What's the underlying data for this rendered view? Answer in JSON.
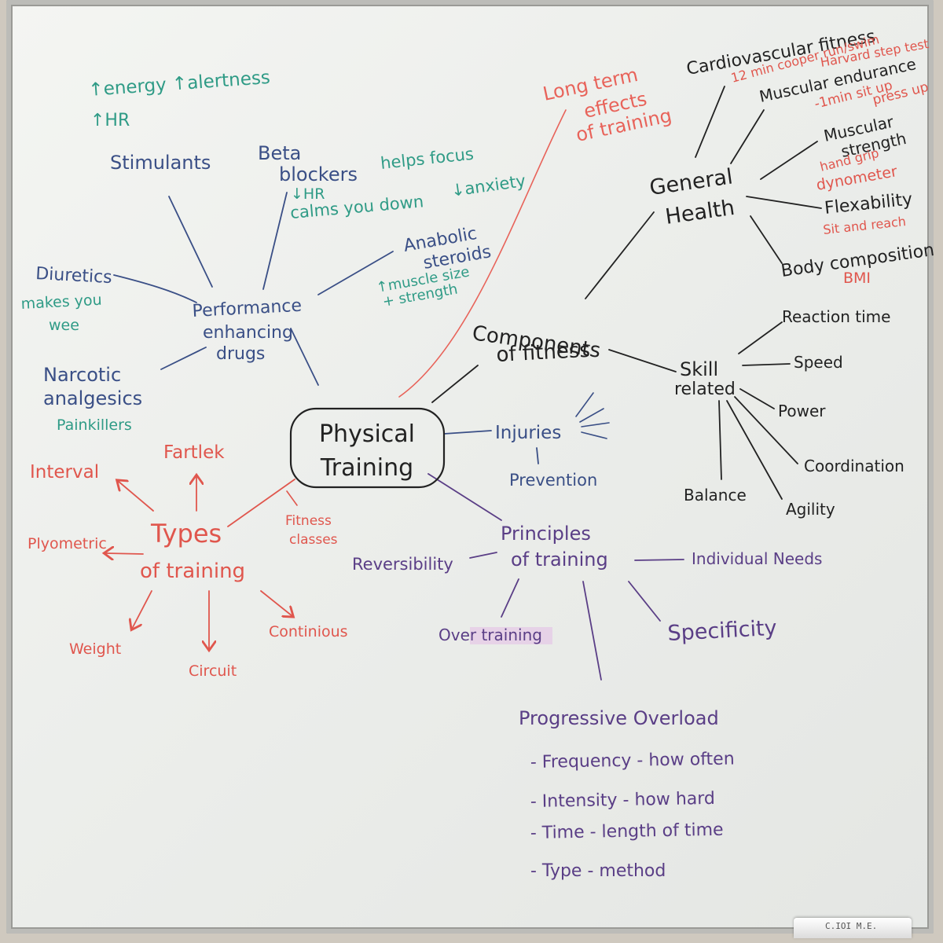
{
  "colors": {
    "black": "#222222",
    "blue": "#3a4f86",
    "teal": "#2f9b86",
    "red": "#e0564d",
    "purple": "#5a3e86"
  },
  "eraser": {
    "label": "C.IOI M.E."
  },
  "center": {
    "label_1": "Physical",
    "label_2": "Training"
  },
  "branches": {
    "long_term": {
      "line1": "Long term",
      "line2": "effects",
      "line3": "of training"
    },
    "drugs": {
      "label_1": "Performance",
      "label_2": "enhancing",
      "label_3": "drugs",
      "stimulants": {
        "label": "Stimulants",
        "note_1": "↑energy ↑alertness",
        "note_2": "↑HR"
      },
      "beta_blockers": {
        "label_1": "Beta",
        "label_2": "blockers",
        "note_1": "↓HR",
        "note_2": "calms you down",
        "note_3": "helps focus",
        "note_4": "↓anxiety"
      },
      "anabolic": {
        "label_1": "Anabolic",
        "label_2": "steroids",
        "note_1": "↑muscle size",
        "note_2": "+ strength"
      },
      "diuretics": {
        "label": "Diuretics",
        "note_1": "makes you",
        "note_2": "wee"
      },
      "narcotic": {
        "label_1": "Narcotic",
        "label_2": "analgesics",
        "note": "Painkillers"
      }
    },
    "types": {
      "label_1": "Types",
      "label_2": "of training",
      "interval": "Interval",
      "fartlek": "Fartlek",
      "plyometric": "Plyometric",
      "fitness_classes_1": "Fitness",
      "fitness_classes_2": "classes",
      "weight": "Weight",
      "circuit": "Circuit",
      "continuous": "Continious"
    },
    "components": {
      "label_1": "Components",
      "label_2": "of fitness",
      "general_health": {
        "label_1": "General",
        "label_2": "Health",
        "cardio": {
          "label": "Cardiovascular fitness",
          "test_1": "12 min cooper run/swim",
          "test_2": "Harvard step test"
        },
        "muscular_endurance": {
          "label": "Muscular endurance",
          "test_1": "-1min sit up",
          "test_2": "press up"
        },
        "muscular_strength": {
          "label_1": "Muscular",
          "label_2": "strength",
          "test_1": "hand grip",
          "test_2": "dynometer"
        },
        "flexibility": {
          "label": "Flexability",
          "test": "Sit and reach"
        },
        "body_composition": {
          "label": "Body composition",
          "test": "BMI"
        }
      },
      "skill": {
        "label_1": "Skill",
        "label_2": "related",
        "items": [
          "Reaction time",
          "Speed",
          "Power",
          "Coordination",
          "Agility",
          "Balance"
        ]
      }
    },
    "injuries": {
      "label": "Injuries",
      "prevention": "Prevention"
    },
    "principles": {
      "label_1": "Principles",
      "label_2": "of training",
      "reversibility": "Reversibility",
      "individual_needs": "Individual Needs",
      "over_training": "Over training",
      "specificity": "Specificity",
      "progressive_overload": {
        "label": "Progressive Overload",
        "items": [
          "- Frequency - how often",
          "- Intensity - how hard",
          "- Time - length of time",
          "- Type - method"
        ]
      }
    }
  }
}
